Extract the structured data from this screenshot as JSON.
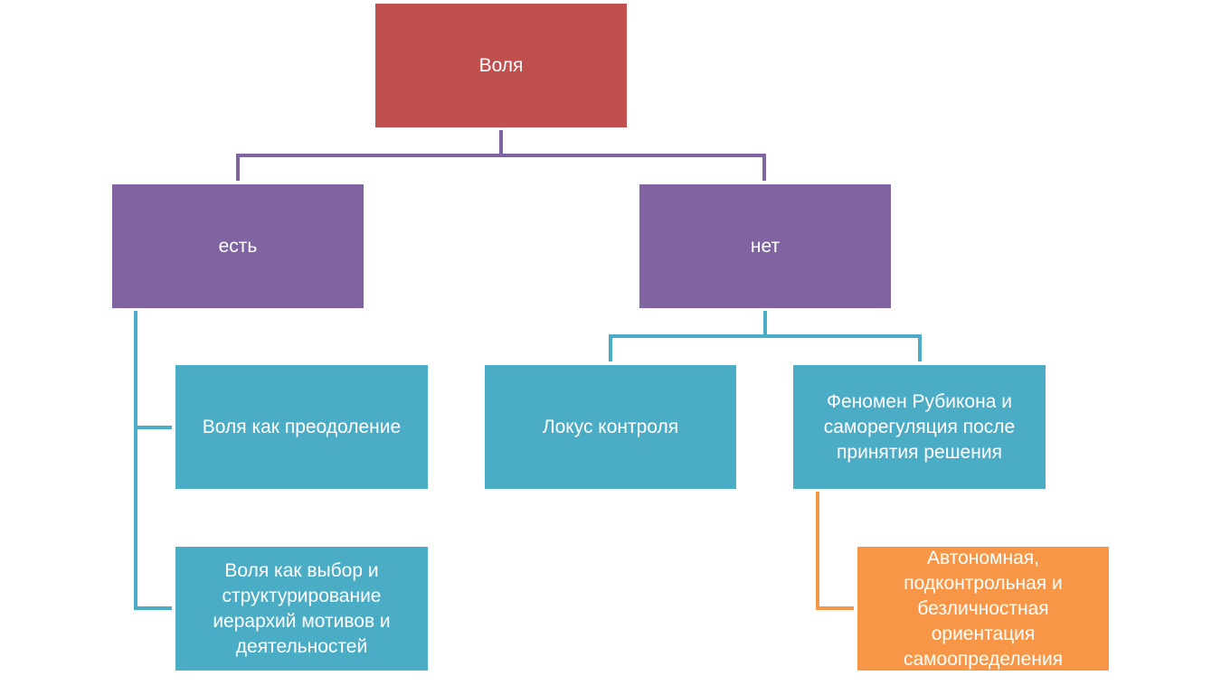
{
  "colors": {
    "root": "#C0504D",
    "level1": "#8064A2",
    "level2": "#4BACC6",
    "level3": "#F79646"
  },
  "nodes": {
    "root": "Воля",
    "yes": "есть",
    "no": "нет",
    "overcoming": "Воля как преодоление",
    "choice": "Воля как выбор и структурирование иерархий мотивов и деятельностей",
    "locus": "Локус контроля",
    "rubicon": "Феномен  Рубикона и саморегуляция после принятия решения",
    "autonomy": "Автономная, подконтрольная и безличностная ориентация самоопределения"
  }
}
